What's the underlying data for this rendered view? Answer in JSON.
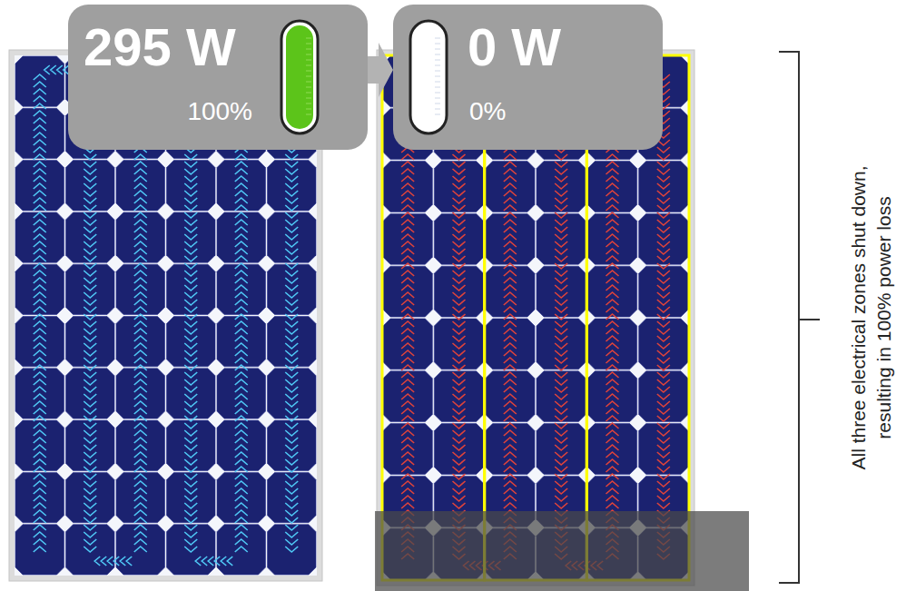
{
  "diagram": {
    "nodes": [
      {
        "text": [
          "295 W",
          "100%"
        ]
      },
      {
        "text": [
          "0 W",
          "0%"
        ]
      }
    ],
    "edges": [
      {
        "from": 0,
        "to": 1,
        "arrow": "to"
      }
    ],
    "labels": [
      "All three electrical zones shut down, resulting in 100% power loss"
    ]
  }
}
